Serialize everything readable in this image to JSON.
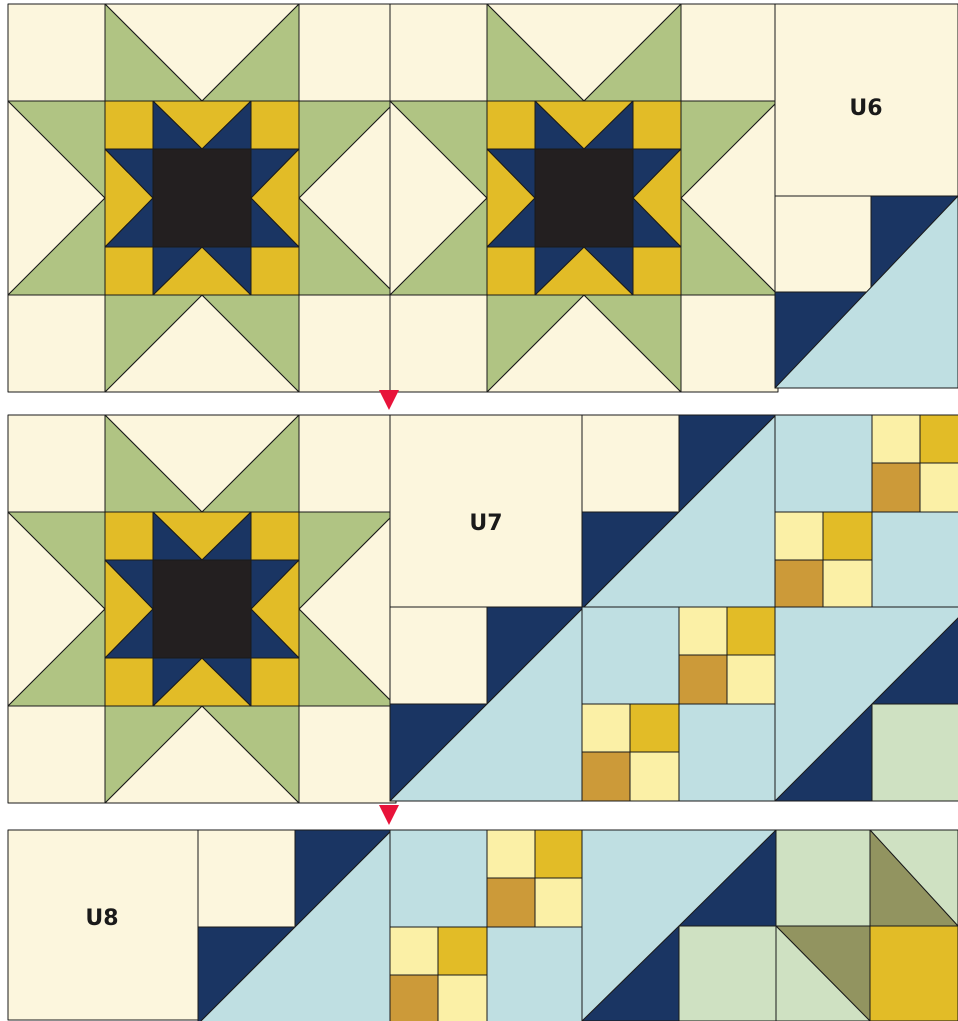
{
  "labels": {
    "u6": "U6",
    "u7": "U7",
    "u8": "U8"
  },
  "colors": {
    "cream": "#fcf6dd",
    "green": "#b0c483",
    "mustard": "#e2bc27",
    "navy": "#1a3563",
    "black": "#231f20",
    "lightblue": "#bfdfe2",
    "paleyellow": "#fbf0a6",
    "ochre": "#cc9a39",
    "sage": "#cfe1c2",
    "olive": "#929460",
    "arrow": "#e8133a"
  },
  "rows": [
    {
      "id": "row-1",
      "units": [
        "star-block",
        "star-block",
        "U6"
      ]
    },
    {
      "id": "row-2",
      "units": [
        "star-block",
        "U7"
      ]
    },
    {
      "id": "row-3",
      "units": [
        "U8"
      ]
    }
  ]
}
